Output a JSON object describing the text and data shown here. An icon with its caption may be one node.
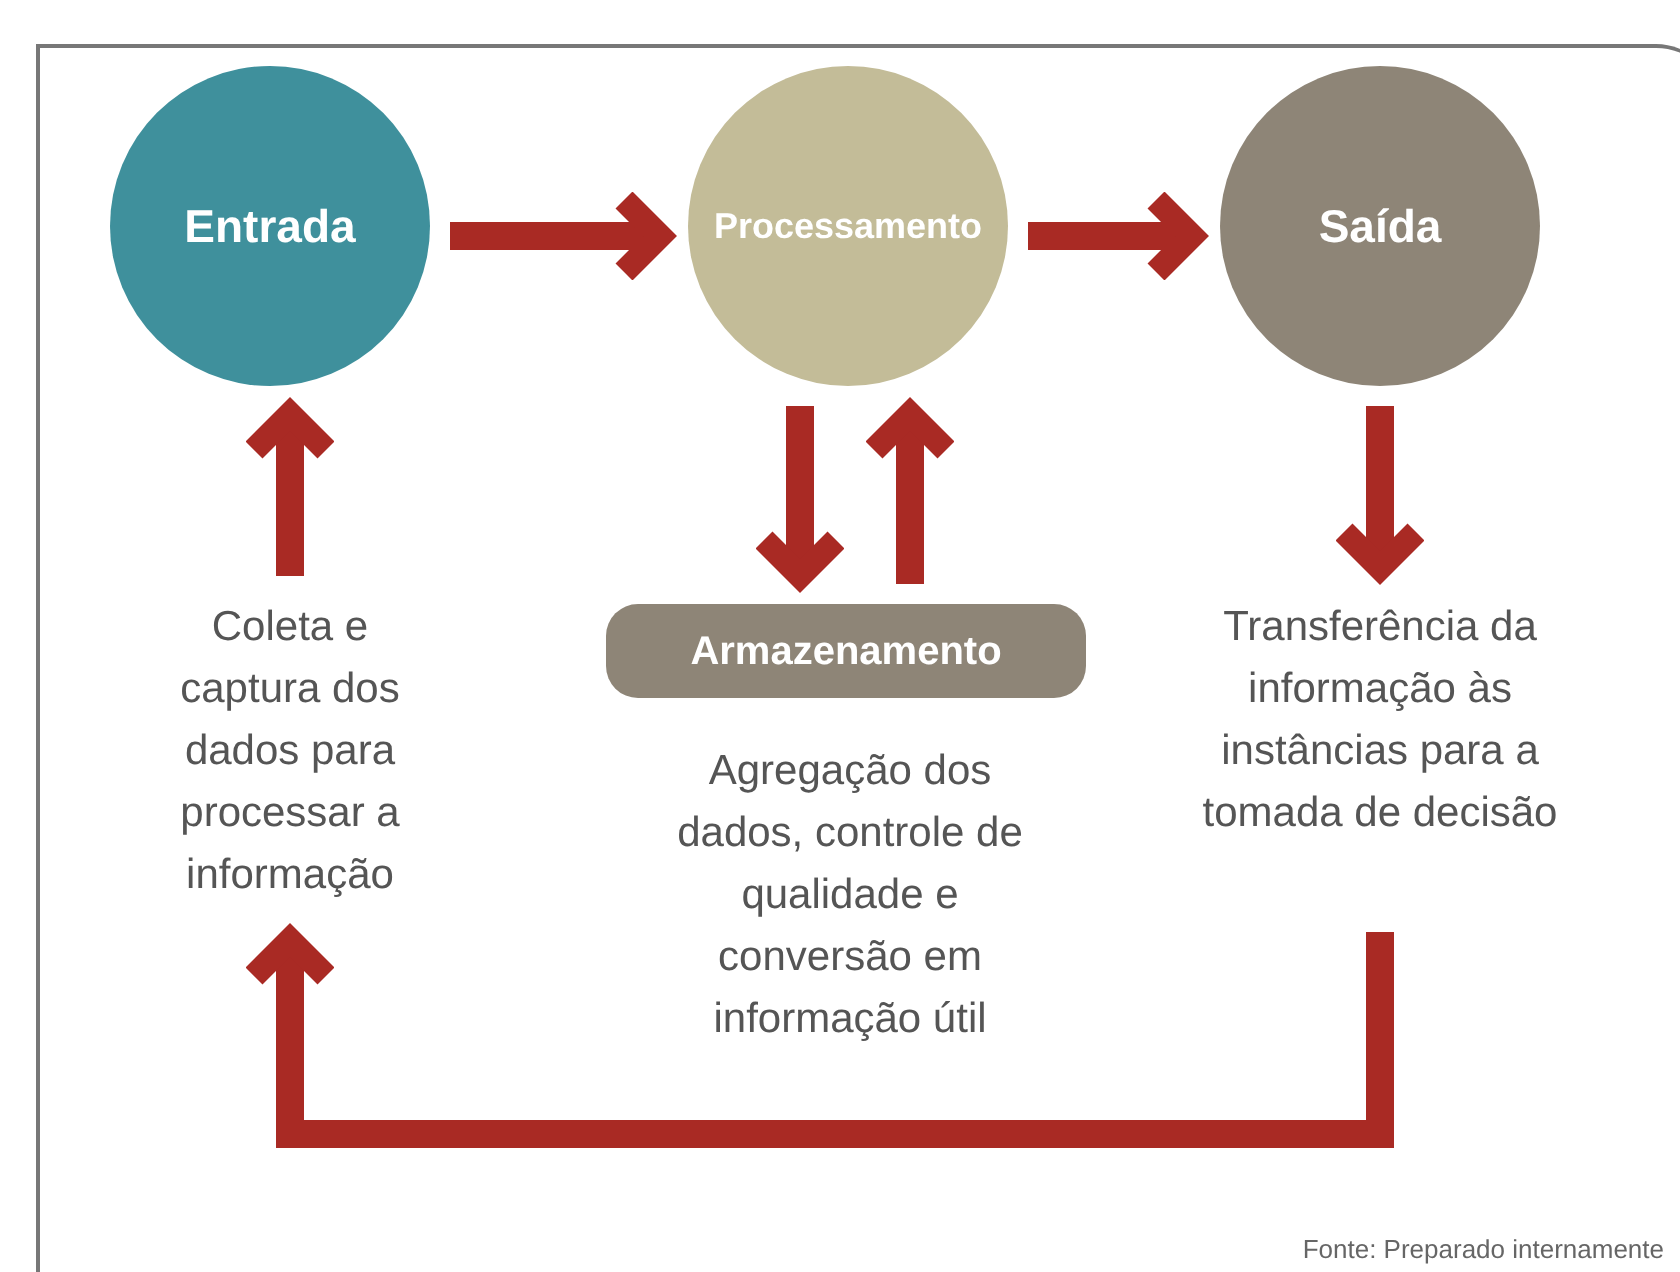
{
  "diagram": {
    "caption": "Fonte: Preparado internamente",
    "nodes": [
      {
        "text": [
          "Entrada"
        ]
      },
      {
        "text": [
          "Processamento"
        ]
      },
      {
        "text": [
          "Saída"
        ]
      },
      {
        "text": [
          "Coleta e captura dos dados para processar a informação"
        ]
      },
      {
        "text": [
          "Armazenamento"
        ]
      },
      {
        "text": [
          "Agregação dos dados, controle de qualidade e conversão em informação útil"
        ]
      },
      {
        "text": [
          "Transferência da informação às instâncias para a tomada de decisão"
        ]
      }
    ],
    "edges": [
      {
        "from": 0,
        "to": 1,
        "arrow": "to"
      },
      {
        "from": 1,
        "to": 2,
        "arrow": "to"
      },
      {
        "from": 3,
        "to": 0,
        "arrow": "to"
      },
      {
        "from": 1,
        "to": 4,
        "arrow": "to"
      },
      {
        "from": 4,
        "to": 1,
        "arrow": "to"
      },
      {
        "from": 2,
        "to": 6,
        "arrow": "to"
      },
      {
        "from": 6,
        "to": 3,
        "arrow": "to"
      }
    ]
  }
}
